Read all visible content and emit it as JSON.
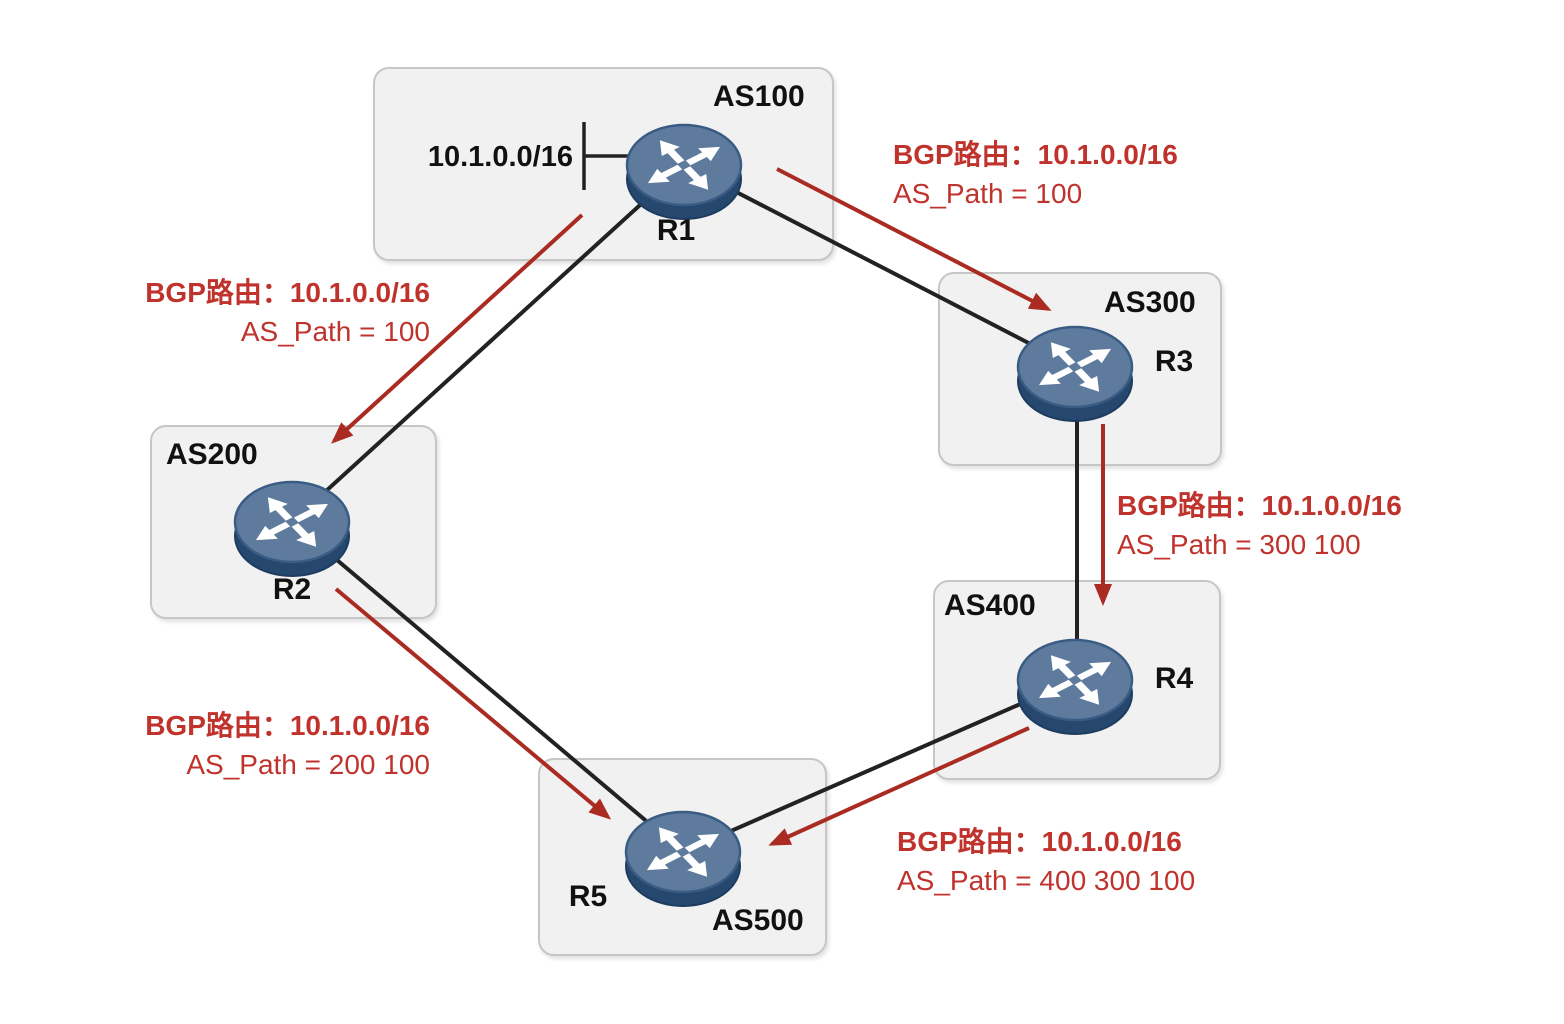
{
  "diagram_type": "bgp-as-path-topology",
  "network_label": "10.1.0.0/16",
  "as_boxes": [
    {
      "label": "AS100",
      "router": "R1"
    },
    {
      "label": "AS200",
      "router": "R2"
    },
    {
      "label": "AS300",
      "router": "R3"
    },
    {
      "label": "AS400",
      "router": "R4"
    },
    {
      "label": "AS500",
      "router": "R5"
    }
  ],
  "routers": [
    {
      "label": "R1"
    },
    {
      "label": "R2"
    },
    {
      "label": "R3"
    },
    {
      "label": "R4"
    },
    {
      "label": "R5"
    }
  ],
  "links": [
    {
      "from": "R1",
      "to": "R2"
    },
    {
      "from": "R1",
      "to": "R3"
    },
    {
      "from": "R3",
      "to": "R4"
    },
    {
      "from": "R2",
      "to": "R5"
    },
    {
      "from": "R4",
      "to": "R5"
    }
  ],
  "route_advertisements": [
    {
      "from": "R1",
      "to": "R3",
      "line1": "BGP路由：10.1.0.0/16",
      "line2": "AS_Path = 100"
    },
    {
      "from": "R1",
      "to": "R2",
      "line1": "BGP路由：10.1.0.0/16",
      "line2": "AS_Path = 100"
    },
    {
      "from": "R3",
      "to": "R4",
      "line1": "BGP路由：10.1.0.0/16",
      "line2": "AS_Path = 300 100"
    },
    {
      "from": "R2",
      "to": "R5",
      "line1": "BGP路由：10.1.0.0/16",
      "line2": "AS_Path = 200 100"
    },
    {
      "from": "R4",
      "to": "R5",
      "line1": "BGP路由：10.1.0.0/16",
      "line2": "AS_Path = 400 300 100"
    }
  ],
  "colors": {
    "background": "#ffffff",
    "box_fill": "#f1f1f1",
    "box_border": "#c6c6c6",
    "link_black": "#222222",
    "arrow_red": "#a92b22",
    "label_red": "#c0332c",
    "text_black": "#111111",
    "router_top": "#5e7b9e",
    "router_side": "#26486e"
  }
}
